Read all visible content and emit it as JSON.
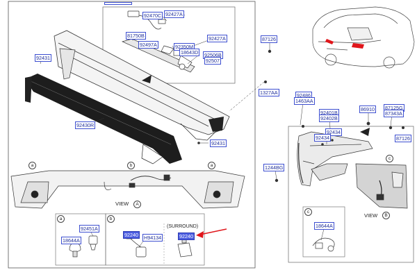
{
  "labels": {
    "l92470c": "92470C",
    "l92427a_top": "92427A",
    "l81750b": "81750B",
    "l92427a_right": "92427A",
    "l92497a": "92497A",
    "l92350m": "92350M",
    "l18643d": "18643D",
    "l92506b": "92506B",
    "l92507": "92507",
    "l87126_top": "87126",
    "l92431_left": "92431",
    "l1327aa": "1327AA",
    "l92430r": "92430R",
    "l92431_bottom": "92431",
    "l92486": "92486",
    "l1463aa": "1463AA",
    "l92401b": "92401B",
    "l92402b": "92402B",
    "l86910": "86910",
    "l87125g": "87125G",
    "l87343a": "87343A",
    "l92434_a": "92434",
    "l92434_b": "92434",
    "l87126_right": "87126",
    "l1244bg": "1244BG",
    "l92451a": "92451A",
    "l18644a_a": "18644A",
    "l92240_b": "92240",
    "l h94134": "H94134",
    "l92240_surround": "92240",
    "l18644a_c": "18644A"
  },
  "texts": {
    "view_a": "VIEW",
    "view_b": "VIEW",
    "surround": "(SURROUND)"
  },
  "callouts": {
    "a": "a",
    "b": "b",
    "c": "c",
    "A": "A",
    "B": "B"
  },
  "colors": {
    "label_border": "#3c4ed0",
    "label_text": "#1f2f9a",
    "selected_fill": "#4a5ce0",
    "arrow": "#e0161b",
    "line": "#333333"
  }
}
